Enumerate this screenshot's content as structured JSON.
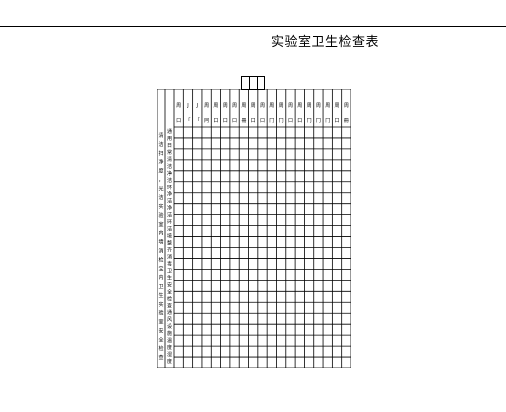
{
  "title": "实验室卫生检查表",
  "table": {
    "rows": 22,
    "data_columns": 19
  },
  "header_glyphs": [
    [
      "周",
      "口"
    ],
    [
      "J",
      "「"
    ],
    [
      "J",
      "「"
    ],
    [
      "周",
      "冋"
    ],
    [
      "周",
      "口"
    ],
    [
      "周",
      "口"
    ],
    [
      "周",
      "口"
    ],
    [
      "周",
      "冊"
    ],
    [
      "周",
      "口"
    ],
    [
      "周",
      "口"
    ],
    [
      "周",
      "冂"
    ],
    [
      "周",
      "冂"
    ],
    [
      "周",
      "口"
    ],
    [
      "周",
      "口"
    ],
    [
      "周",
      "冂"
    ],
    [
      "周",
      "冂"
    ],
    [
      "周",
      "冂"
    ],
    [
      "周",
      "口"
    ],
    [
      "周",
      "冊"
    ]
  ],
  "left_col_a": [
    "清",
    "洁",
    "扫",
    "净",
    "度",
    "，",
    "光",
    "洁",
    "实",
    "验",
    "室",
    "内",
    "墙",
    "消",
    "检",
    "宝",
    "内",
    "卫",
    "生",
    "实",
    "验",
    "室",
    "安",
    "全",
    "检",
    "查"
  ],
  "left_col_b": [
    "通",
    "用",
    "日",
    "常",
    "清",
    "洁",
    "净",
    "洁",
    "环",
    "净",
    "洁",
    "净",
    "洁",
    "环",
    "洁",
    "境",
    "整",
    "齐",
    "消",
    "毒",
    "卫",
    "生",
    "安",
    "全",
    "检",
    "查",
    "通",
    "风",
    "设",
    "施",
    "温",
    "度",
    "湿",
    "度"
  ]
}
